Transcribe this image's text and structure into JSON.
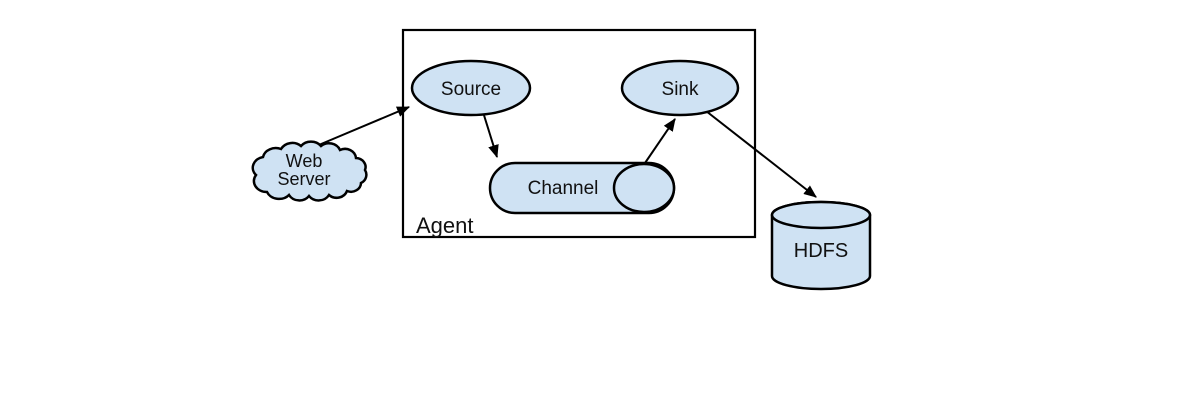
{
  "diagram": {
    "type": "flow-architecture",
    "colors": {
      "shape_fill": "#cfe2f3",
      "shape_stroke": "#000000",
      "arrow": "#000000",
      "text": "#111111",
      "background": "#ffffff"
    },
    "nodes": {
      "web_server": {
        "label_line1": "Web",
        "label_line2": "Server",
        "shape": "cloud"
      },
      "source": {
        "label": "Source",
        "shape": "ellipse"
      },
      "channel": {
        "label": "Channel",
        "shape": "horizontal-cylinder"
      },
      "sink": {
        "label": "Sink",
        "shape": "ellipse"
      },
      "agent": {
        "label": "Agent",
        "shape": "container-rectangle"
      },
      "hdfs": {
        "label": "HDFS",
        "shape": "cylinder"
      }
    },
    "edges": [
      {
        "from": "web-server",
        "to": "source"
      },
      {
        "from": "source",
        "to": "channel"
      },
      {
        "from": "channel",
        "to": "sink"
      },
      {
        "from": "sink",
        "to": "hdfs"
      }
    ]
  }
}
